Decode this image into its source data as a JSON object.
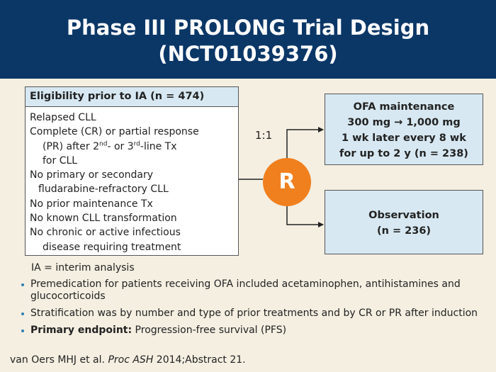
{
  "header": {
    "title_line1": "Phase III PROLONG Trial Design",
    "title_line2": "(NCT01039376)"
  },
  "eligibility": {
    "title": "Eligibility prior to IA (n = 474)",
    "lines": [
      "Relapsed CLL",
      "Complete (CR) or partial response",
      "for CLL",
      "No primary or secondary",
      "fludarabine-refractory CLL",
      "No prior maintenance Tx",
      "No known CLL transformation",
      "No chronic or active infectious",
      "disease requiring treatment"
    ],
    "line3": {
      "pre": "(PR) after 2",
      "sup1": "nd",
      "mid": "- or 3",
      "sup2": "rd",
      "post": "-line Tx"
    }
  },
  "randomization": {
    "ratio": "1:1",
    "label": "R"
  },
  "arms": {
    "ofa": {
      "line1": "OFA maintenance",
      "line2": "300 mg → 1,000 mg",
      "line3": "1 wk later every 8 wk",
      "line4": "for up to 2 y (n = 238)"
    },
    "observation": {
      "line1": "Observation",
      "line2": "(n = 236)"
    }
  },
  "ia_note": "IA = interim analysis",
  "bullets": [
    {
      "bold": "",
      "text": "Premedication for patients receiving OFA included acetaminophen, antihistamines and glucocorticoids"
    },
    {
      "bold": "",
      "text": "Stratification was by number and type of prior treatments and by CR or PR after induction"
    },
    {
      "bold": "Primary endpoint:",
      "text": " Progression-free survival (PFS)"
    }
  ],
  "citation": {
    "pre": "van Oers MHJ et al. ",
    "journal": "Proc ASH",
    "post": " 2014;Abstract 21."
  },
  "colors": {
    "header_bg": "#0b3767",
    "background": "#f4efe1",
    "box_fill": "#d7e8f2",
    "randomize_circle": "#f07f1e",
    "bullet": "#2d7fb2"
  }
}
